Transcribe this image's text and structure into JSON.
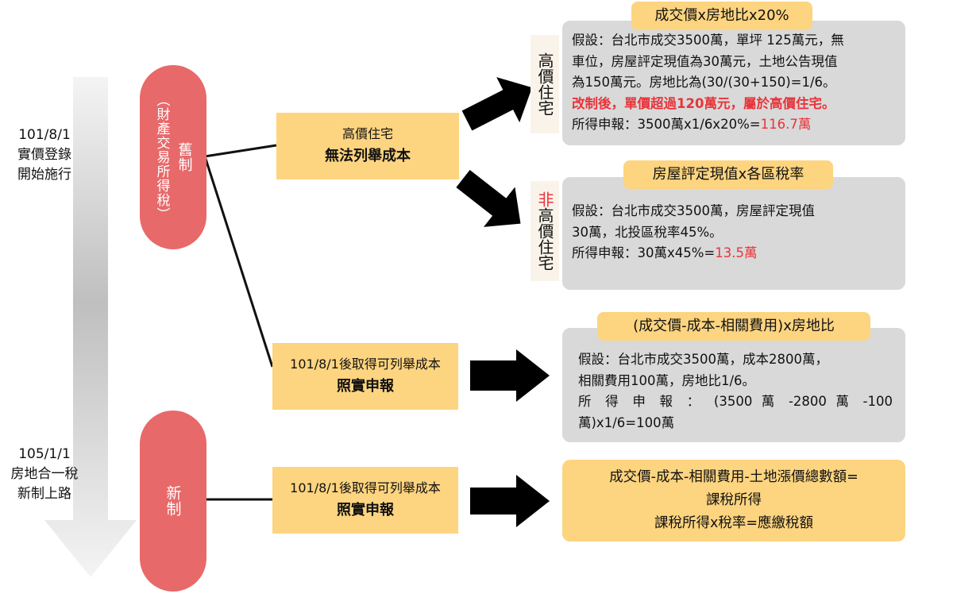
{
  "timeline": {
    "event1": {
      "date": "101/8/1",
      "line1": "實價登錄",
      "line2": "開始施行"
    },
    "event2": {
      "date": "105/1/1",
      "line1": "房地合一稅",
      "line2": "新制上路"
    }
  },
  "old_system": {
    "label": "舊制",
    "sub": "（財產交易所得稅）"
  },
  "new_system": {
    "label": "新制"
  },
  "branch_high": {
    "line1": "高價住宅",
    "line2": "無法列舉成本"
  },
  "branch_actual_old": {
    "line1": "101/8/1後取得可列舉成本",
    "line2": "照實申報"
  },
  "branch_actual_new": {
    "line1": "101/8/1後取得可列舉成本",
    "line2": "照實申報"
  },
  "high_price": {
    "side_label": "高價住宅",
    "formula": "成交價x房地比x20%",
    "lines": [
      "假設：台北市成交3500萬，單坪 125萬元，無",
      "車位，房屋評定現值為30萬元，土地公告現值",
      "為150萬元。房地比為(30/(30+150)=1/6。"
    ],
    "highlight": "改制後，單價超過120萬元，屬於高價住宅。",
    "result_prefix": "所得申報：3500萬x1/6x20%=",
    "result_value": "116.7萬"
  },
  "non_high_price": {
    "side_prefix": "非",
    "side_label": "高價住宅",
    "formula": "房屋評定現值x各區稅率",
    "lines": [
      "假設：台北市成交3500萬，房屋評定現值",
      "30萬，北投區稅率45%。"
    ],
    "result_prefix": "所得申報：30萬x45%=",
    "result_value": "13.5萬"
  },
  "actual": {
    "formula": "(成交價-成本-相關費用)x房地比",
    "lines": [
      "假設：台北市成交3500萬，成本2800萬，",
      "相關費用100萬，房地比1/6。",
      "所 得 申 報 ： (3500 萬 -2800 萬 -100",
      "萬)x1/6=100萬"
    ]
  },
  "new_formula": {
    "lines": [
      "成交價-成本-相關費用-土地漲價總數額=",
      "課稅所得",
      "課稅所得x稅率=應繳稅額"
    ]
  }
}
